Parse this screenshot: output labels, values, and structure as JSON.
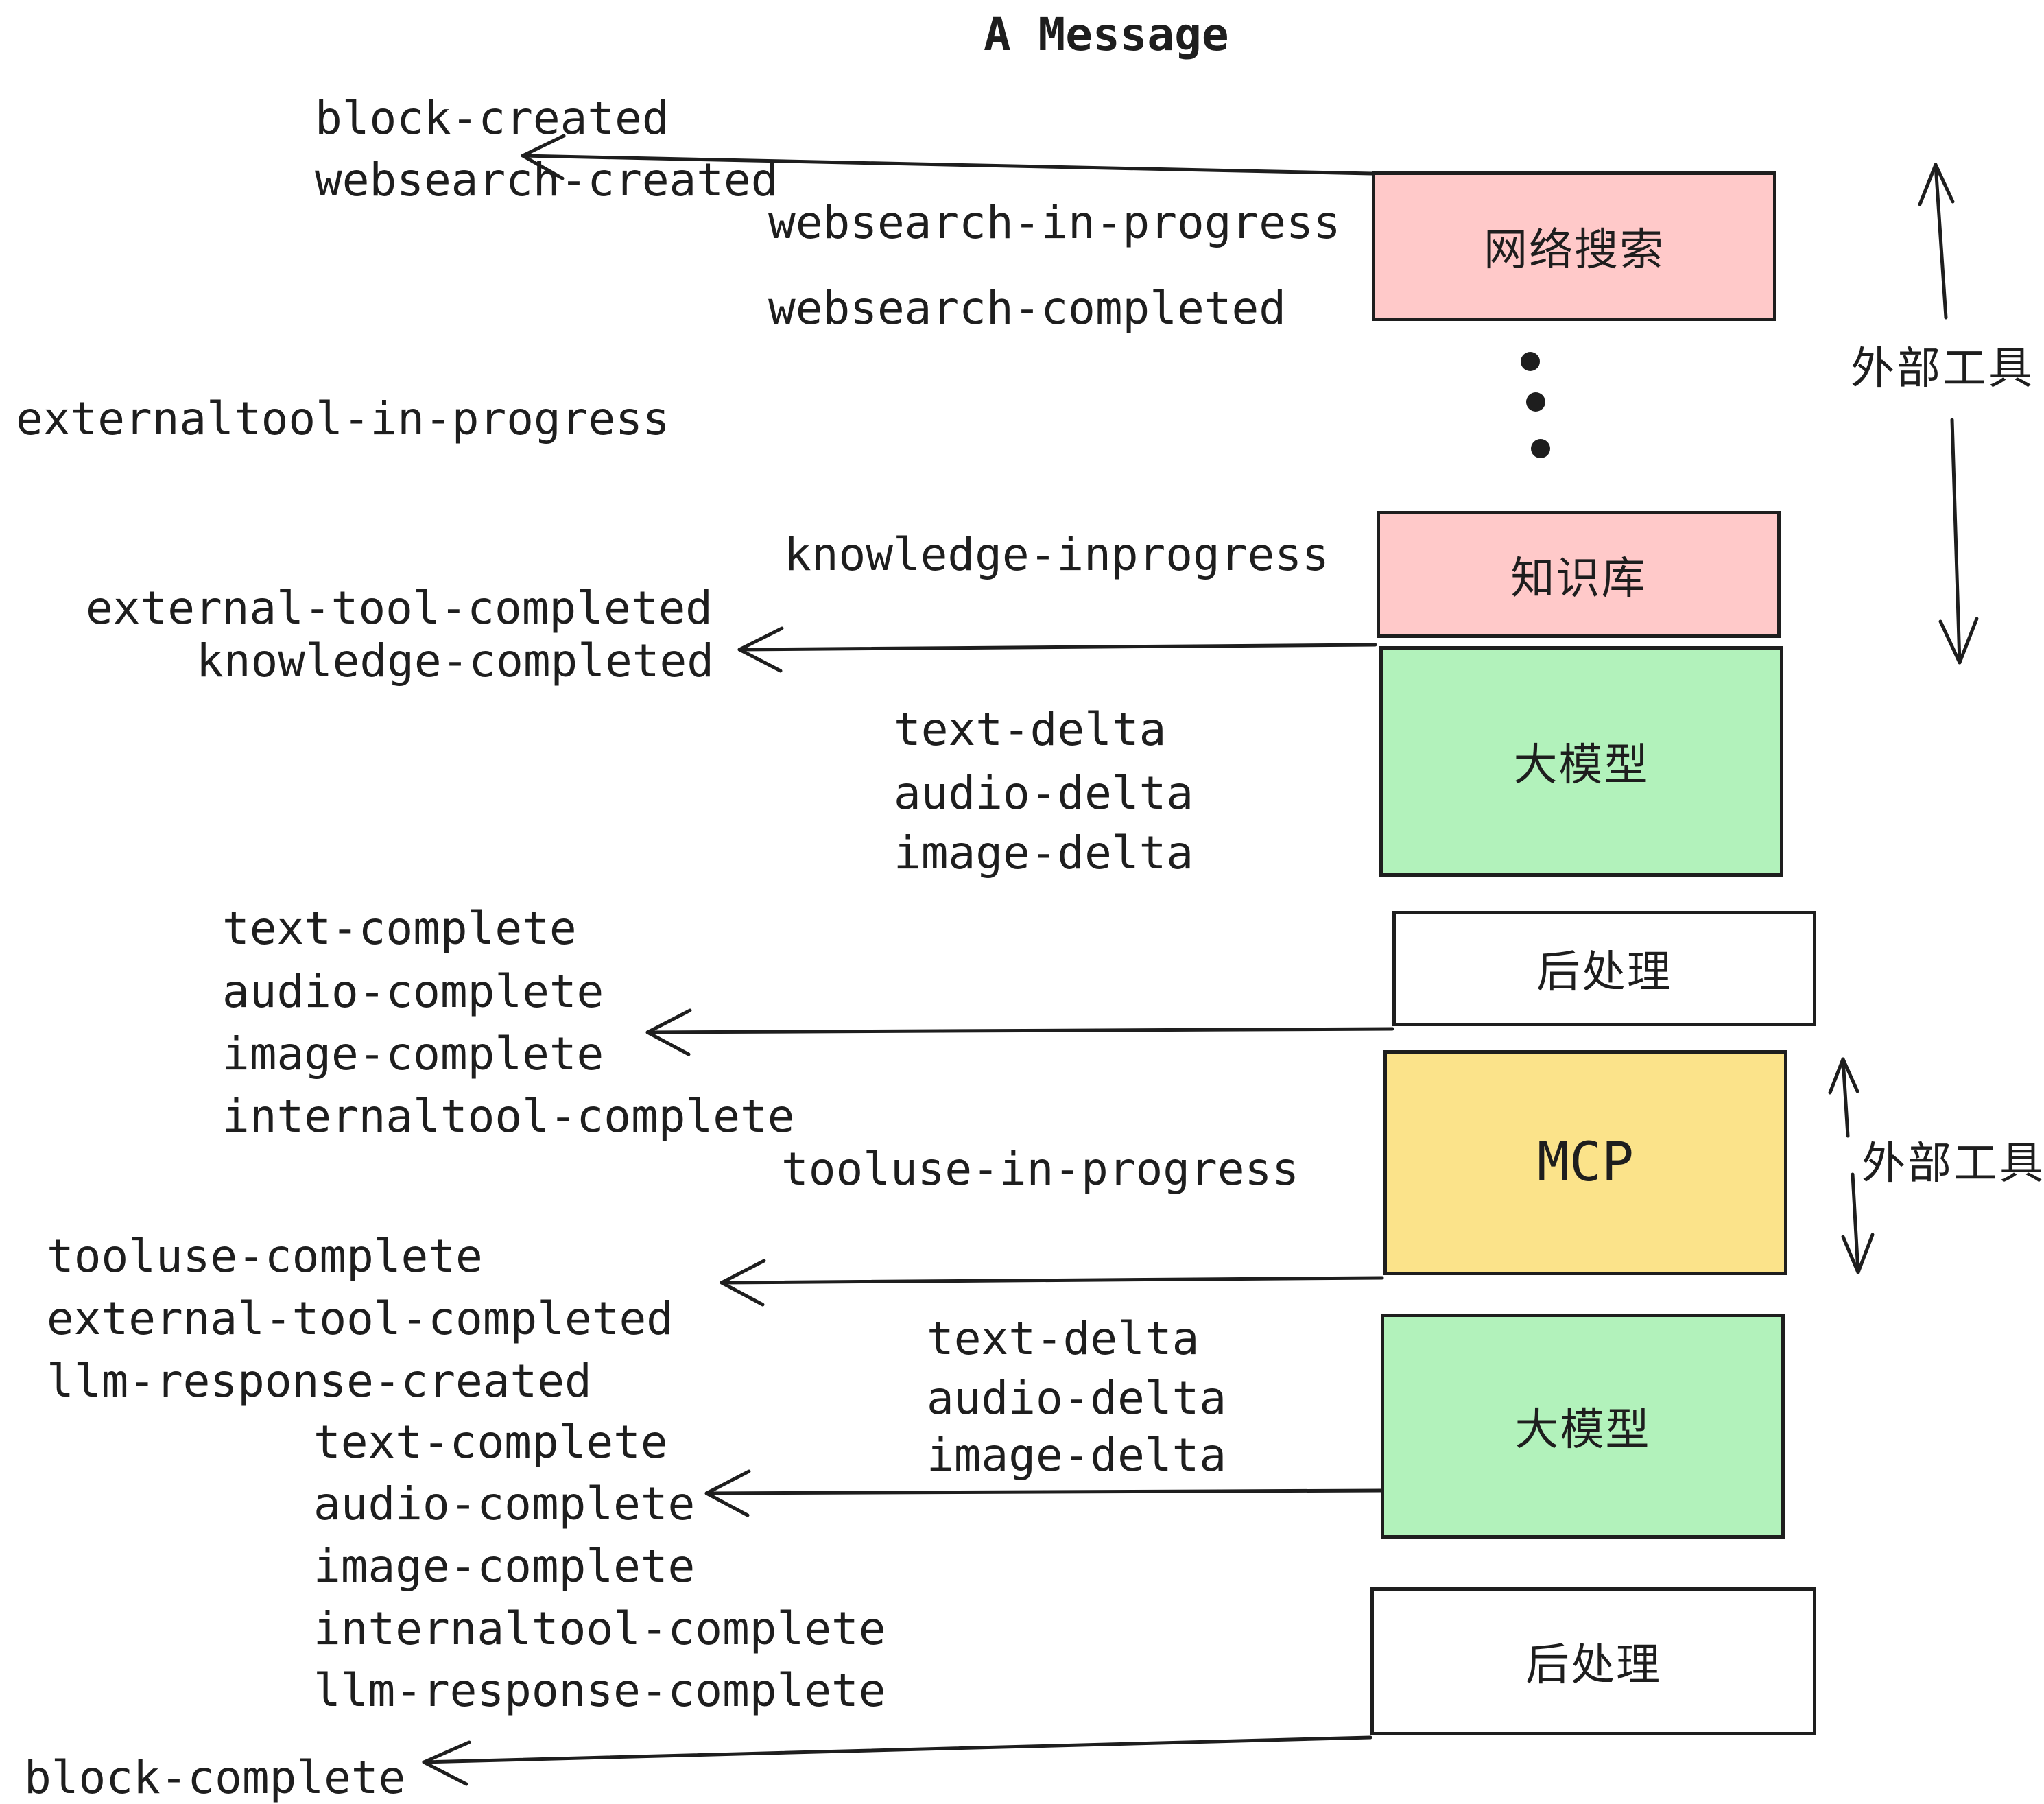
{
  "title": "A Message",
  "colors": {
    "box_pink": "#FFC9C9",
    "box_green": "#B2F2BB",
    "box_yellow": "#FBE38A",
    "box_white": "#FFFFFF",
    "stroke": "#1E1E1E"
  },
  "boxes": {
    "websearch": {
      "label": "网络搜索",
      "fill": "#FFC9C9"
    },
    "knowledge": {
      "label": "知识库",
      "fill": "#FFC9C9"
    },
    "llm1": {
      "label": "大模型",
      "fill": "#B2F2BB"
    },
    "post1": {
      "label": "后处理",
      "fill": "#FFFFFF"
    },
    "mcp": {
      "label": "MCP",
      "fill": "#FBE38A"
    },
    "llm2": {
      "label": "大模型",
      "fill": "#B2F2BB"
    },
    "post2": {
      "label": "后处理",
      "fill": "#FFFFFF"
    }
  },
  "annotations": {
    "external_tools_1": "外部工具",
    "external_tools_2": "外部工具"
  },
  "events": {
    "block_created": "block-created",
    "websearch_created": "websearch-created",
    "websearch_in_progress": "websearch-in-progress",
    "websearch_completed": "websearch-completed",
    "externaltool_in_progress": "externaltool-in-progress",
    "knowledge_inprogress": "knowledge-inprogress",
    "external_tool_completed_1": "external-tool-completed",
    "knowledge_completed": "knowledge-completed",
    "delta1": [
      "text-delta",
      "audio-delta",
      "image-delta"
    ],
    "complete1": [
      "text-complete",
      "audio-complete",
      "image-complete",
      "internaltool-complete"
    ],
    "tooluse_in_progress": "tooluse-in-progress",
    "tooluse_complete": "tooluse-complete",
    "external_tool_completed_2": "external-tool-completed",
    "llm_response_created": "llm-response-created",
    "delta2": [
      "text-delta",
      "audio-delta",
      "image-delta"
    ],
    "complete2": [
      "text-complete",
      "audio-complete",
      "image-complete",
      "internaltool-complete",
      "llm-response-complete"
    ],
    "block_complete": "block-complete"
  }
}
